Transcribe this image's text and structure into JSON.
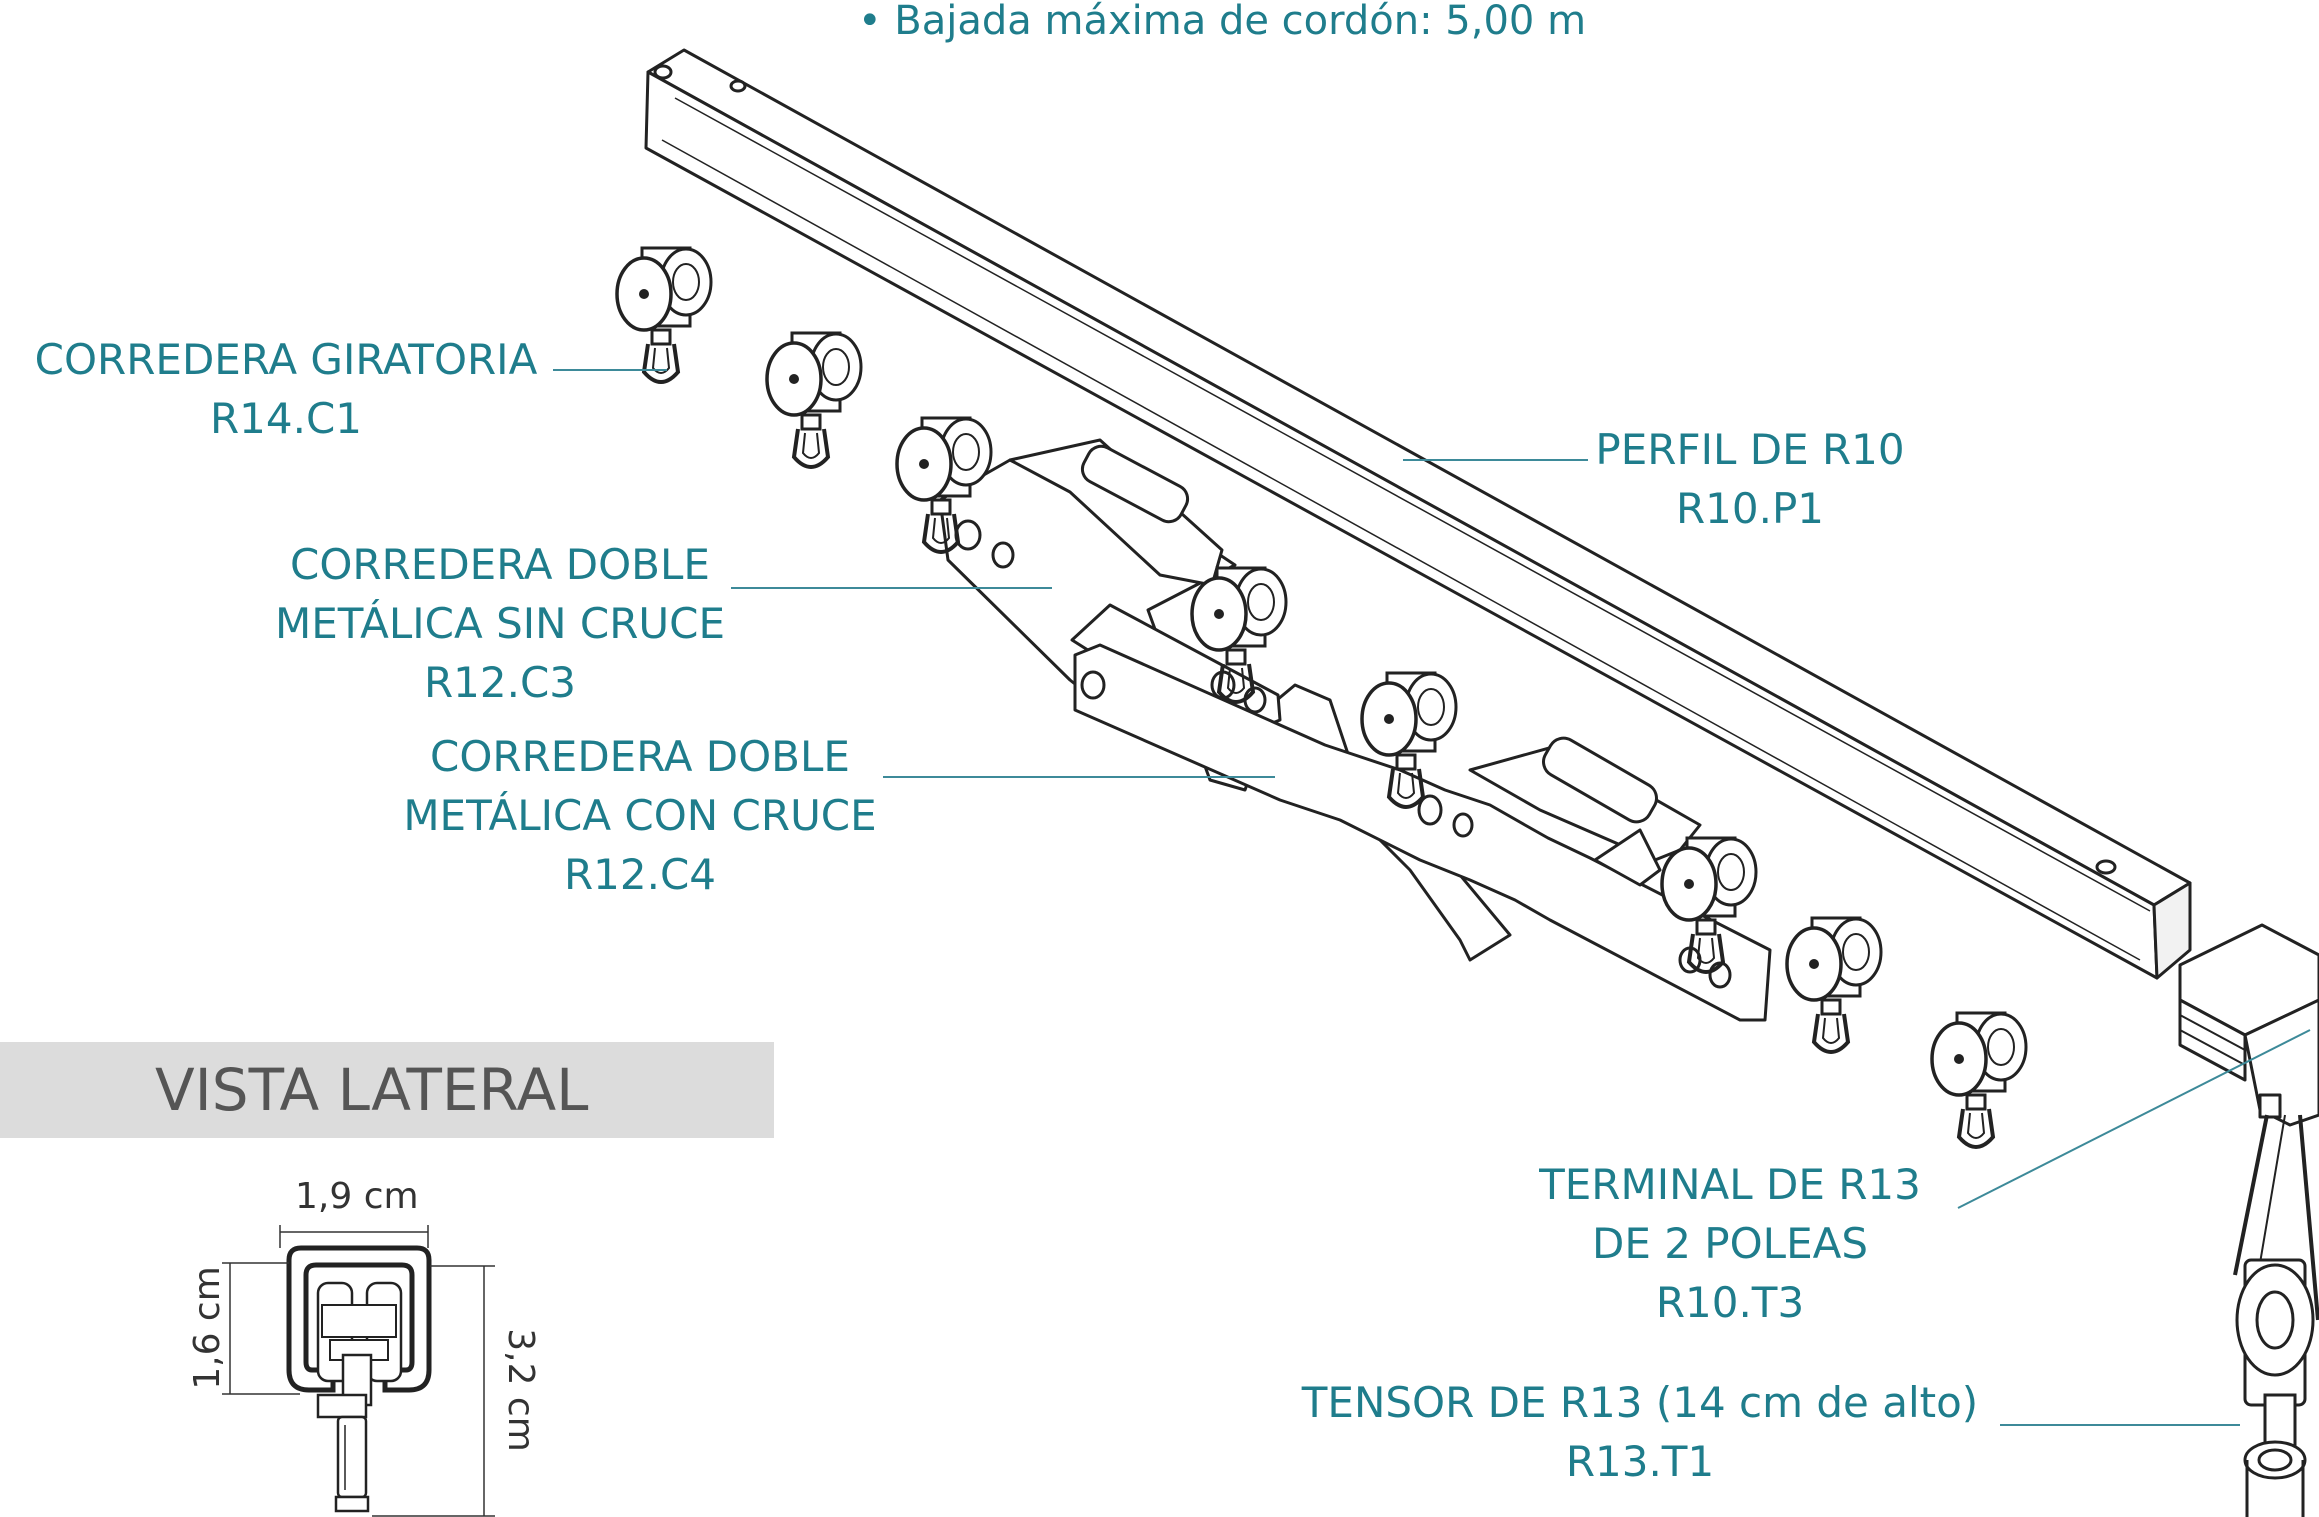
{
  "spec_line": "• Bajada máxima de cordón: 5,00 m",
  "callouts": {
    "corredera_giratoria": {
      "line1": "CORREDERA GIRATORIA",
      "line2": "R14.C1"
    },
    "perfil": {
      "line1": "PERFIL DE R10",
      "line2": "R10.P1"
    },
    "doble_sin_cruce": {
      "line1": "CORREDERA DOBLE",
      "line2": "METÁLICA SIN CRUCE",
      "line3": "R12.C3"
    },
    "doble_con_cruce": {
      "line1": "CORREDERA DOBLE",
      "line2": "METÁLICA CON CRUCE",
      "line3": "R12.C4"
    },
    "terminal": {
      "line1": "TERMINAL DE R13",
      "line2": "DE 2 POLEAS",
      "line3": "R10.T3"
    },
    "tensor": {
      "line1": "TENSOR DE R13 (14 cm de alto)",
      "line2": "R13.T1"
    }
  },
  "side_view": {
    "title": "VISTA LATERAL",
    "width_label": "1,9 cm",
    "inner_height_label": "1,6 cm",
    "total_height_label": "3,2 cm"
  },
  "colors": {
    "label": "#1f7d8c",
    "leader_line": "#3d8a99",
    "drawing": "#222222",
    "panel": "#dcdcdc",
    "panel_text": "#555555"
  }
}
